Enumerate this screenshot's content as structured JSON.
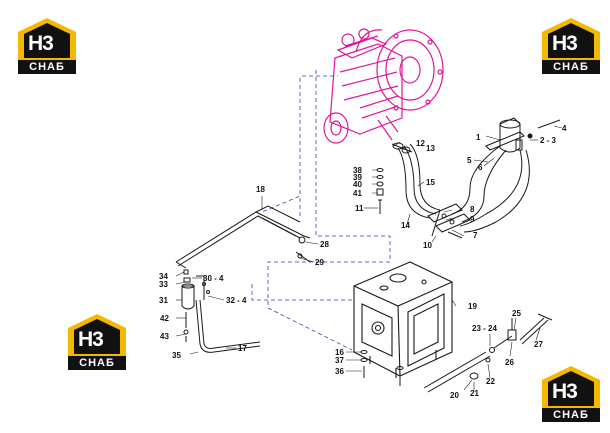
{
  "logo": {
    "mark": "H3",
    "brand": "СНАБ"
  },
  "callouts": [
    "1",
    "2 - 3",
    "4",
    "5",
    "6",
    "7",
    "8",
    "9",
    "10",
    "11",
    "12",
    "13",
    "14",
    "15",
    "16",
    "17",
    "18",
    "19",
    "20",
    "21",
    "22",
    "23 - 24",
    "25",
    "26",
    "27",
    "28",
    "29",
    "30 - 4",
    "31",
    "32 - 4",
    "33",
    "34",
    "35",
    "36",
    "37",
    "38",
    "39",
    "40",
    "41",
    "42",
    "43"
  ],
  "colors": {
    "engine": "#e0169a",
    "line": "#1a1a1a",
    "dash": "#3a3fb0",
    "logo_yellow": "#f5b800"
  }
}
